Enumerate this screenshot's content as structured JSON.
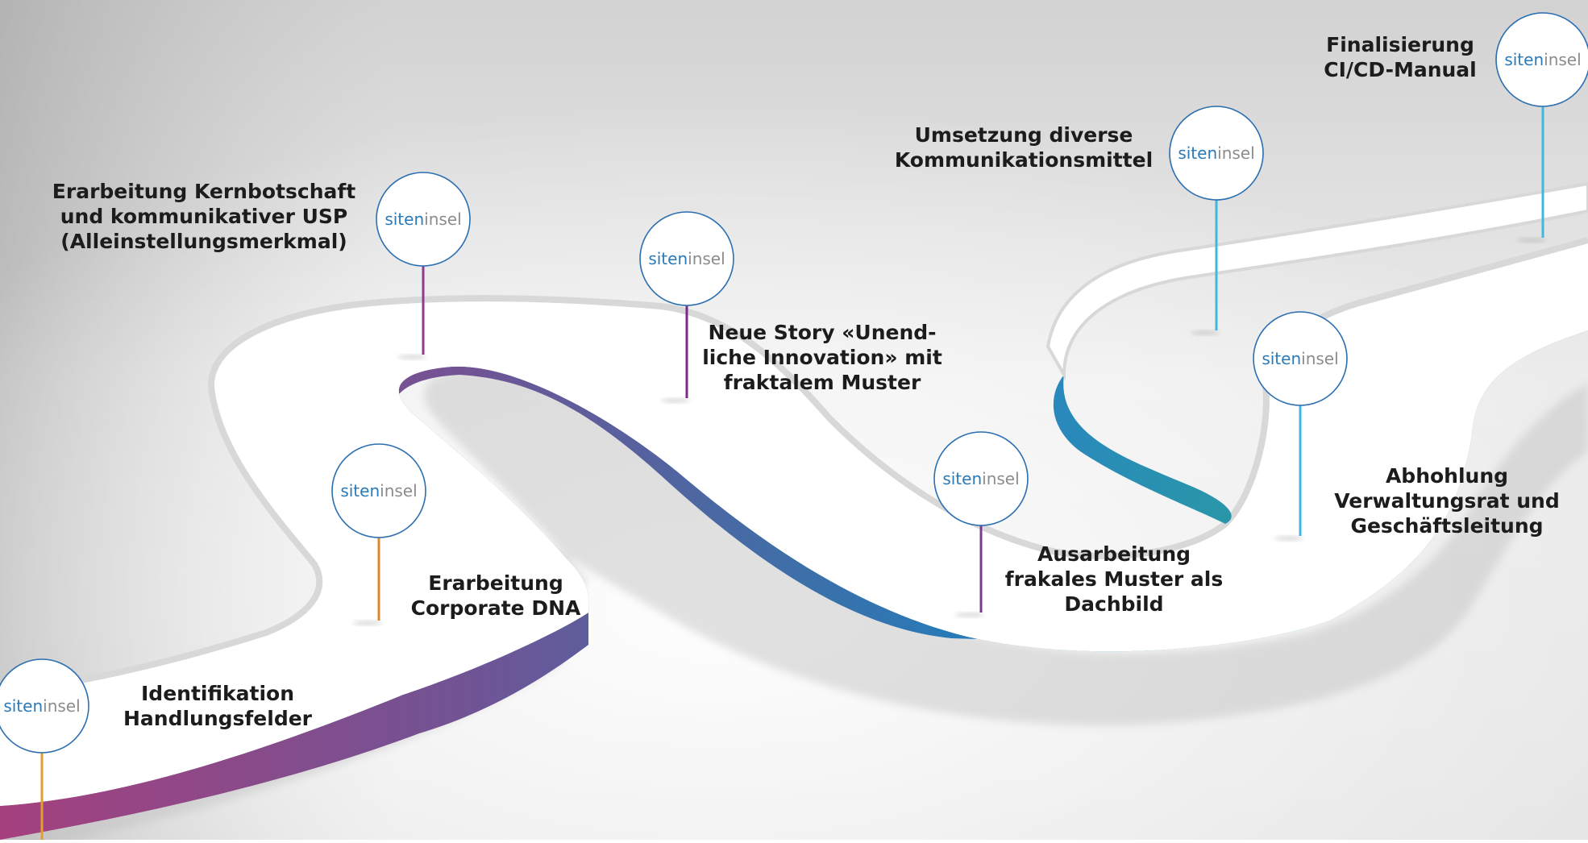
{
  "logo": {
    "part1": "siten",
    "part2": "insel",
    "color1": "#2b7ab8",
    "color2": "#8c8c8c"
  },
  "milestones": [
    {
      "id": "identifikation",
      "lines": [
        "Identifikation",
        "Handlungsfelder"
      ],
      "stem_color": "#e0a030"
    },
    {
      "id": "corporate-dna",
      "lines": [
        "Erarbeitung",
        "Corporate DNA"
      ],
      "stem_color": "#d98a30"
    },
    {
      "id": "kernbotschaft",
      "lines": [
        "Erarbeitung Kernbotschaft",
        "und kommunikativer USP",
        "(Alleinstellungsmerkmal)"
      ],
      "stem_color": "#8e3a8e"
    },
    {
      "id": "neue-story",
      "lines": [
        "Neue Story «Unend-",
        "liche Innovation» mit",
        "fraktalem Muster"
      ],
      "stem_color": "#7a2a8a"
    },
    {
      "id": "fraktales-muster",
      "lines": [
        "Ausarbeitung",
        "frakales Muster als",
        "Dachbild"
      ],
      "stem_color": "#7a3a90"
    },
    {
      "id": "kommunikationsmittel",
      "lines": [
        "Umsetzung diverse",
        "Kommunikationsmittel"
      ],
      "stem_color": "#3fb8e0"
    },
    {
      "id": "abholung",
      "lines": [
        "Abhohlung",
        "Verwaltungsrat und",
        "Geschäftsleitung"
      ],
      "stem_color": "#3fb8e0"
    },
    {
      "id": "ci-cd-manual",
      "lines": [
        "Finalisierung",
        "CI/CD-Manual"
      ],
      "stem_color": "#3fb8e0"
    }
  ],
  "road_gradient": [
    "#a5407e",
    "#6f5495",
    "#3e6fa8",
    "#1e7fbd",
    "#1f96a0",
    "#2fa060"
  ]
}
